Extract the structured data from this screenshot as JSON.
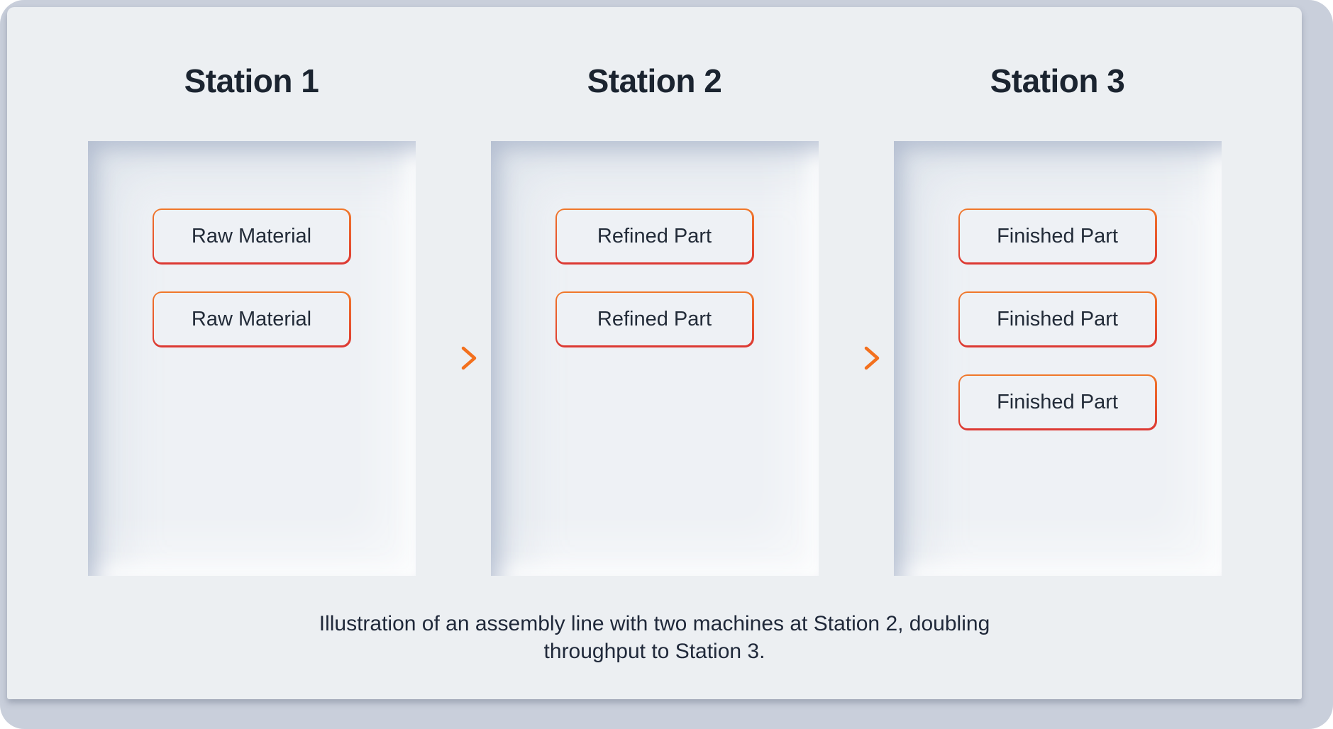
{
  "stations": [
    {
      "title": "Station 1",
      "items": [
        {
          "label": "Raw Material"
        },
        {
          "label": "Raw Material"
        }
      ]
    },
    {
      "title": "Station 2",
      "items": [
        {
          "label": "Refined Part"
        },
        {
          "label": "Refined Part"
        }
      ]
    },
    {
      "title": "Station 3",
      "items": [
        {
          "label": "Finished Part"
        },
        {
          "label": "Finished Part"
        },
        {
          "label": "Finished Part"
        }
      ]
    }
  ],
  "caption": {
    "line1": "Illustration of an assembly line with two machines at Station 2, doubling",
    "line2": "throughput to Station 3."
  },
  "icons": {
    "flow_arrow": "right-arrow"
  },
  "colors": {
    "accent_orange": "#F0782A",
    "accent_red": "#DC3833",
    "heading_text": "#1B2430",
    "body_text": "#222B38",
    "card_bg": "#ECEFF2",
    "panel_bg": "#EEF1F5",
    "outer_bg": "#C9CFDB"
  }
}
